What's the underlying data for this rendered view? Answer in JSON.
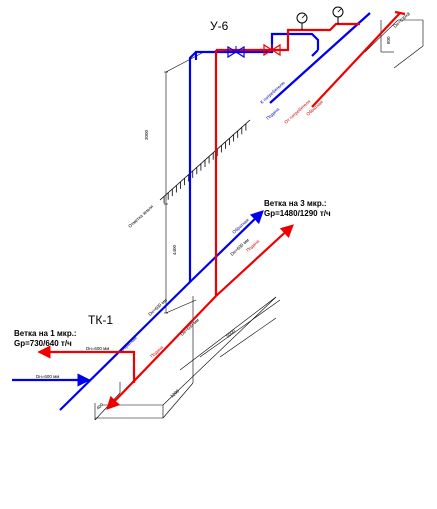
{
  "labels": {
    "node_u6": "У-6",
    "node_tk1": "ТК-1",
    "branch3_title": "Ветка на 3 мкр.:",
    "branch3_flow": "Gр=1480/1290 т/ч",
    "branch1_title": "Ветка на 1 мкр.:",
    "branch1_flow": "Gр=730/640 т/ч"
  },
  "small_labels": {
    "dim_3000": "3000",
    "dim_4400": "4400",
    "dim_5000": "5000",
    "dim_1200": "1200",
    "dim_800": "800",
    "dim_400": "400",
    "ground": "Отметка земли",
    "dn_top": "Dн=530х8",
    "supply_top_1": "К потребителю",
    "supply_top_2": "Подача",
    "return_top_1": "От потребителя",
    "return_top_2": "Обратная",
    "branch3_ret": "Обратная",
    "branch3_sup": "Подача",
    "branch3_dn": "Dн=600 мм",
    "tk1_dn1": "Dн=600 мм",
    "tk1_dn2": "Dн=600 мм",
    "tk1_dn_left": "Dн=600 мм",
    "tk1_dn_in": "Dн=600 мм",
    "mid_ret": "Обратная",
    "mid_sup": "Подача"
  },
  "colors": {
    "supply": "#ee0000",
    "return": "#0000ee",
    "valve_return": "#0000ee",
    "valve_supply": "#ee0000"
  },
  "icons": {
    "valve": "gate-valve-icon",
    "gauge": "pressure-gauge-icon",
    "arrow": "flow-arrow-icon",
    "ground": "ground-hatch-icon"
  }
}
